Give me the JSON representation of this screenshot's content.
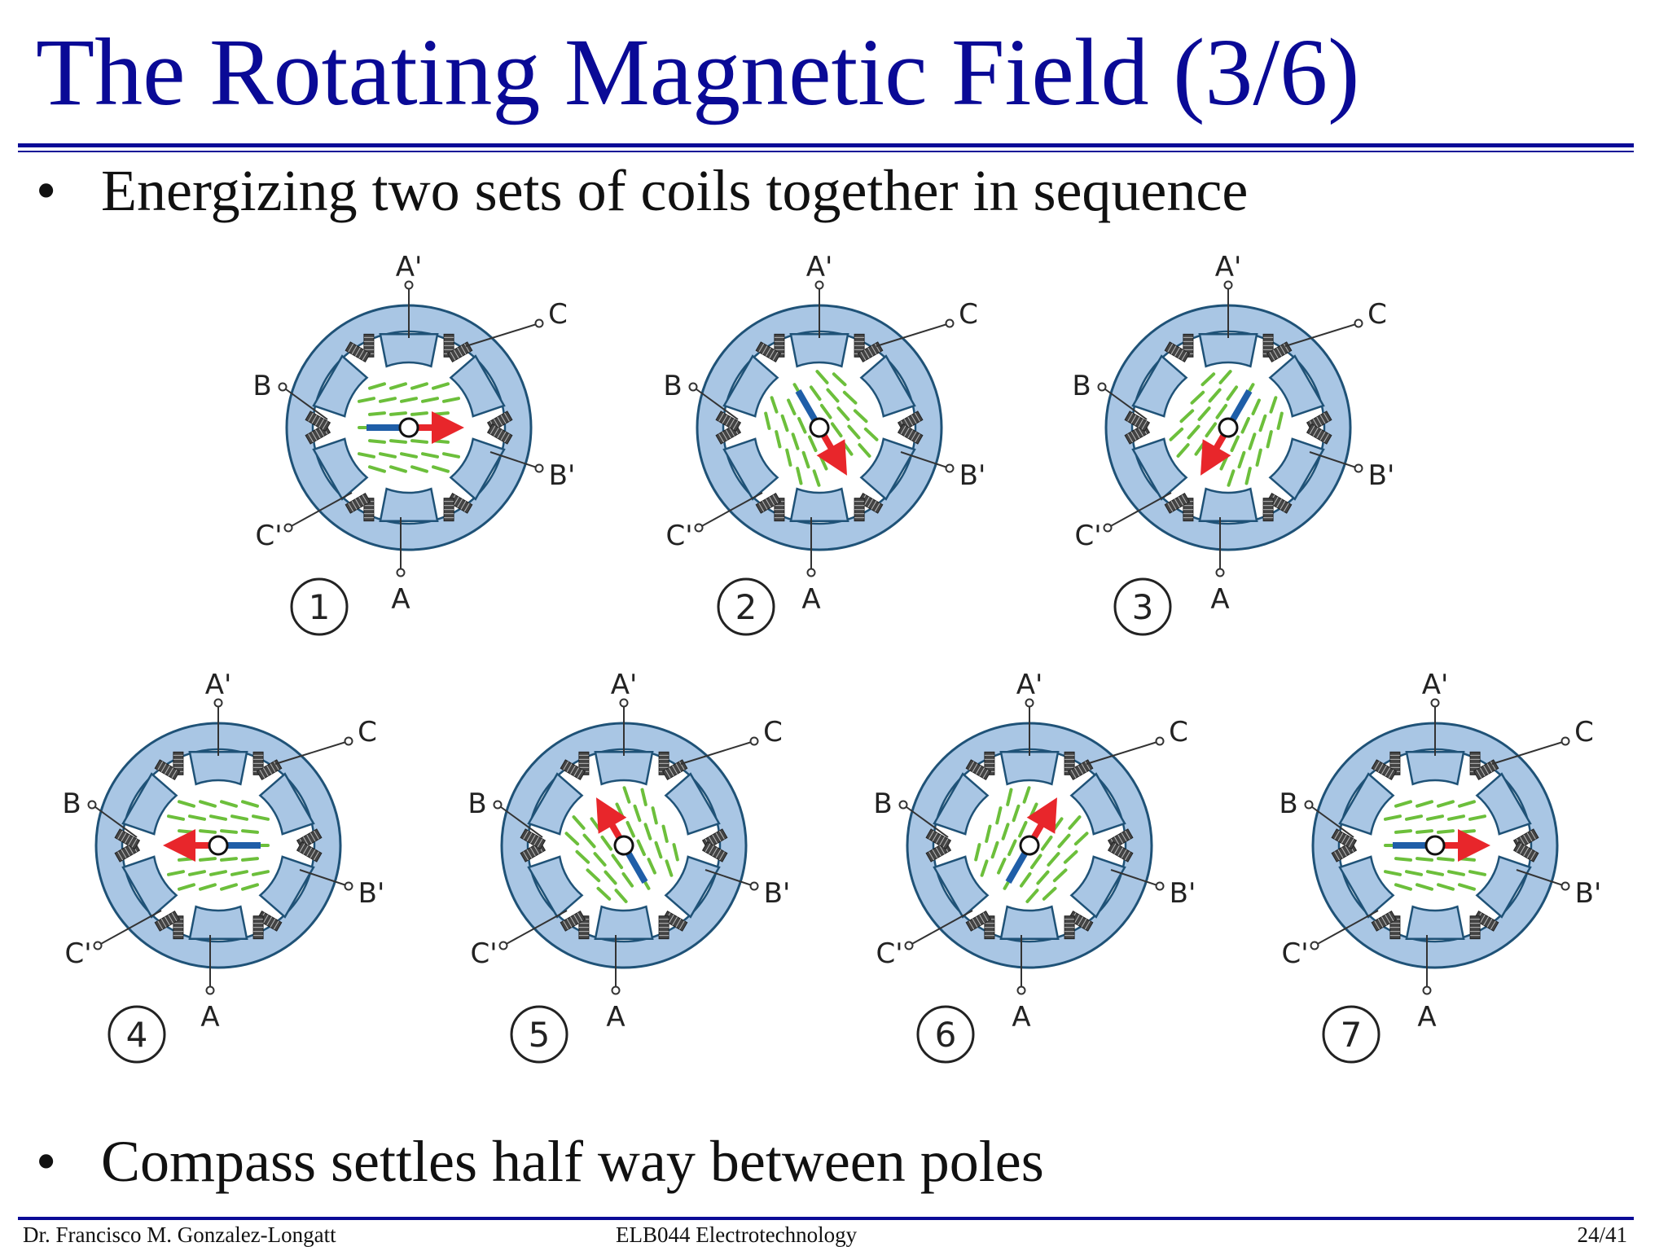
{
  "slide": {
    "title": "The Rotating Magnetic Field (3/6)",
    "bullets": [
      "Energizing two sets of coils together in sequence",
      "Compass settles half way between poles"
    ],
    "bullet_symbol": "•"
  },
  "diagram": {
    "terminal_labels": [
      "A'",
      "C",
      "B",
      "B'",
      "C'",
      "A"
    ],
    "stages": [
      {
        "number": "1",
        "field_direction": "right"
      },
      {
        "number": "2",
        "field_direction": "down-right"
      },
      {
        "number": "3",
        "field_direction": "down-left"
      },
      {
        "number": "4",
        "field_direction": "left"
      },
      {
        "number": "5",
        "field_direction": "up-left"
      },
      {
        "number": "6",
        "field_direction": "up-right"
      },
      {
        "number": "7",
        "field_direction": "right"
      }
    ],
    "colors": {
      "stator": "#a9c6e4",
      "stator_outline": "#1f5277",
      "field_lines": "#6cbf3b",
      "needle_north": "#e8262b",
      "needle_south": "#1f5ea8",
      "coil": "#444444"
    }
  },
  "footer": {
    "author": "Dr. Francisco M. Gonzalez-Longatt",
    "course": "ELB044 Electrotechnology",
    "page": "24/41"
  }
}
